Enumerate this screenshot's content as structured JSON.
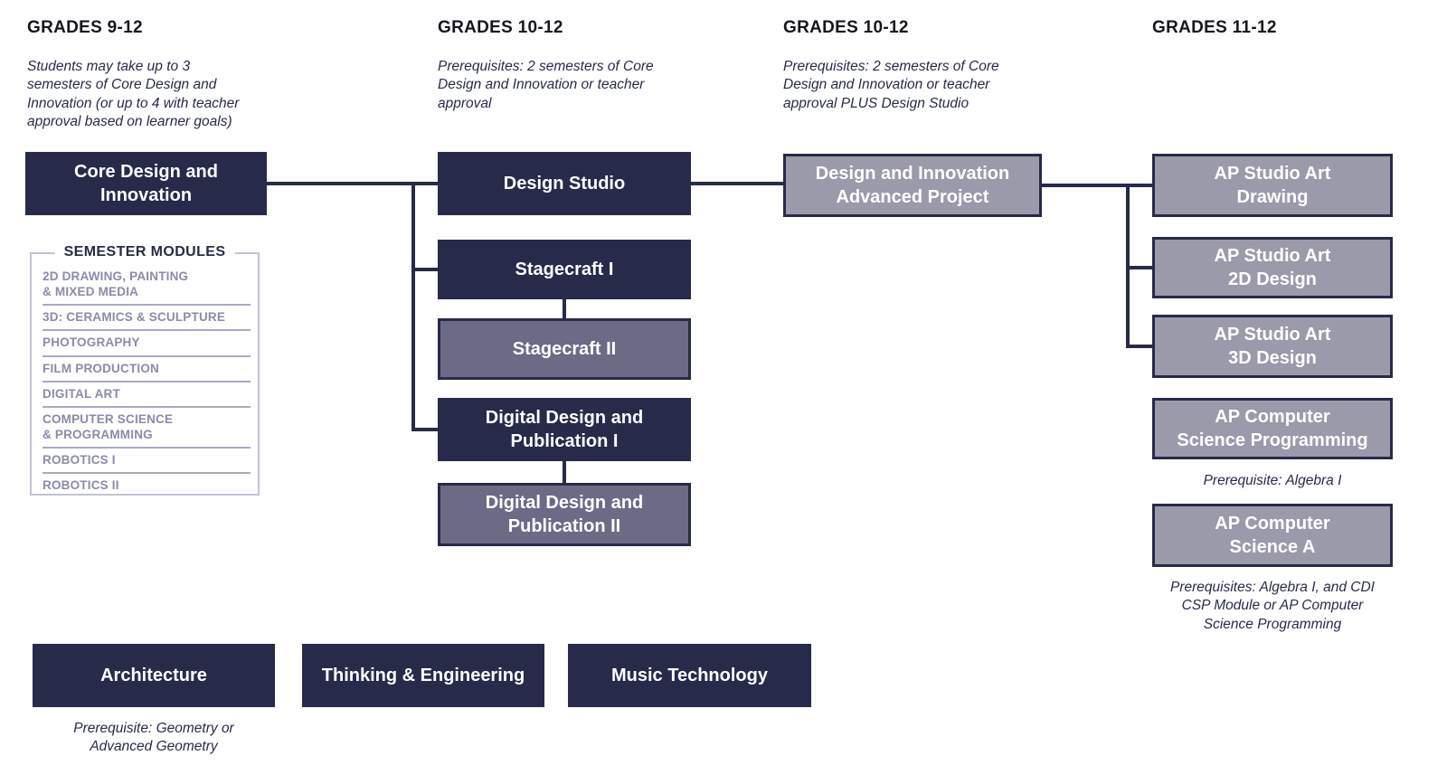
{
  "palette": {
    "navy_box": "#272b49",
    "mid_gray_box": "#6b6b86",
    "light_gray_box": "#9b9aab",
    "module_text": "#8a8aae",
    "panel_border": "#c2c3d6",
    "box_text": "#ffffff"
  },
  "columns": [
    {
      "header": "GRADES 9-12",
      "note": "Students may take up to 3\nsemesters of Core Design and\nInnovation (or up to 4 with teacher\napproval based on learner goals)"
    },
    {
      "header": "GRADES 10-12",
      "note": "Prerequisites: 2 semesters of Core\nDesign and Innovation or teacher\napproval"
    },
    {
      "header": "GRADES 10-12",
      "note": "Prerequisites: 2 semesters of Core\nDesign and Innovation or teacher\napproval PLUS Design Studio"
    },
    {
      "header": "GRADES 11-12",
      "note": ""
    }
  ],
  "courses": {
    "core": "Core Design and\nInnovation",
    "design_studio": "Design Studio",
    "stagecraft1": "Stagecraft I",
    "stagecraft2": "Stagecraft II",
    "ddp1": "Digital Design and\nPublication I",
    "ddp2": "Digital Design and\nPublication II",
    "diap": "Design and Innovation\nAdvanced Project",
    "ap_drawing": "AP Studio Art\nDrawing",
    "ap_2d": "AP Studio Art\n2D Design",
    "ap_3d": "AP Studio Art\n3D Design",
    "ap_csp": "AP Computer\nScience Programming",
    "ap_csa": "AP Computer\nScience A",
    "architecture": "Architecture",
    "thinking_engineering": "Thinking & Engineering",
    "music_technology": "Music Technology"
  },
  "semester_modules": {
    "title": "SEMESTER MODULES",
    "items": [
      "2D DRAWING, PAINTING\n& MIXED MEDIA",
      "3D: CERAMICS & SCULPTURE",
      "PHOTOGRAPHY",
      "FILM PRODUCTION",
      "DIGITAL ART",
      "COMPUTER SCIENCE\n& PROGRAMMING",
      "ROBOTICS I",
      "ROBOTICS II"
    ]
  },
  "prerequisite_notes": {
    "ap_csp": "Prerequisite: Algebra I",
    "ap_csa": "Prerequisites: Algebra I, and CDI\nCSP Module or AP Computer\nScience Programming",
    "architecture": "Prerequisite: Geometry or\nAdvanced Geometry"
  }
}
